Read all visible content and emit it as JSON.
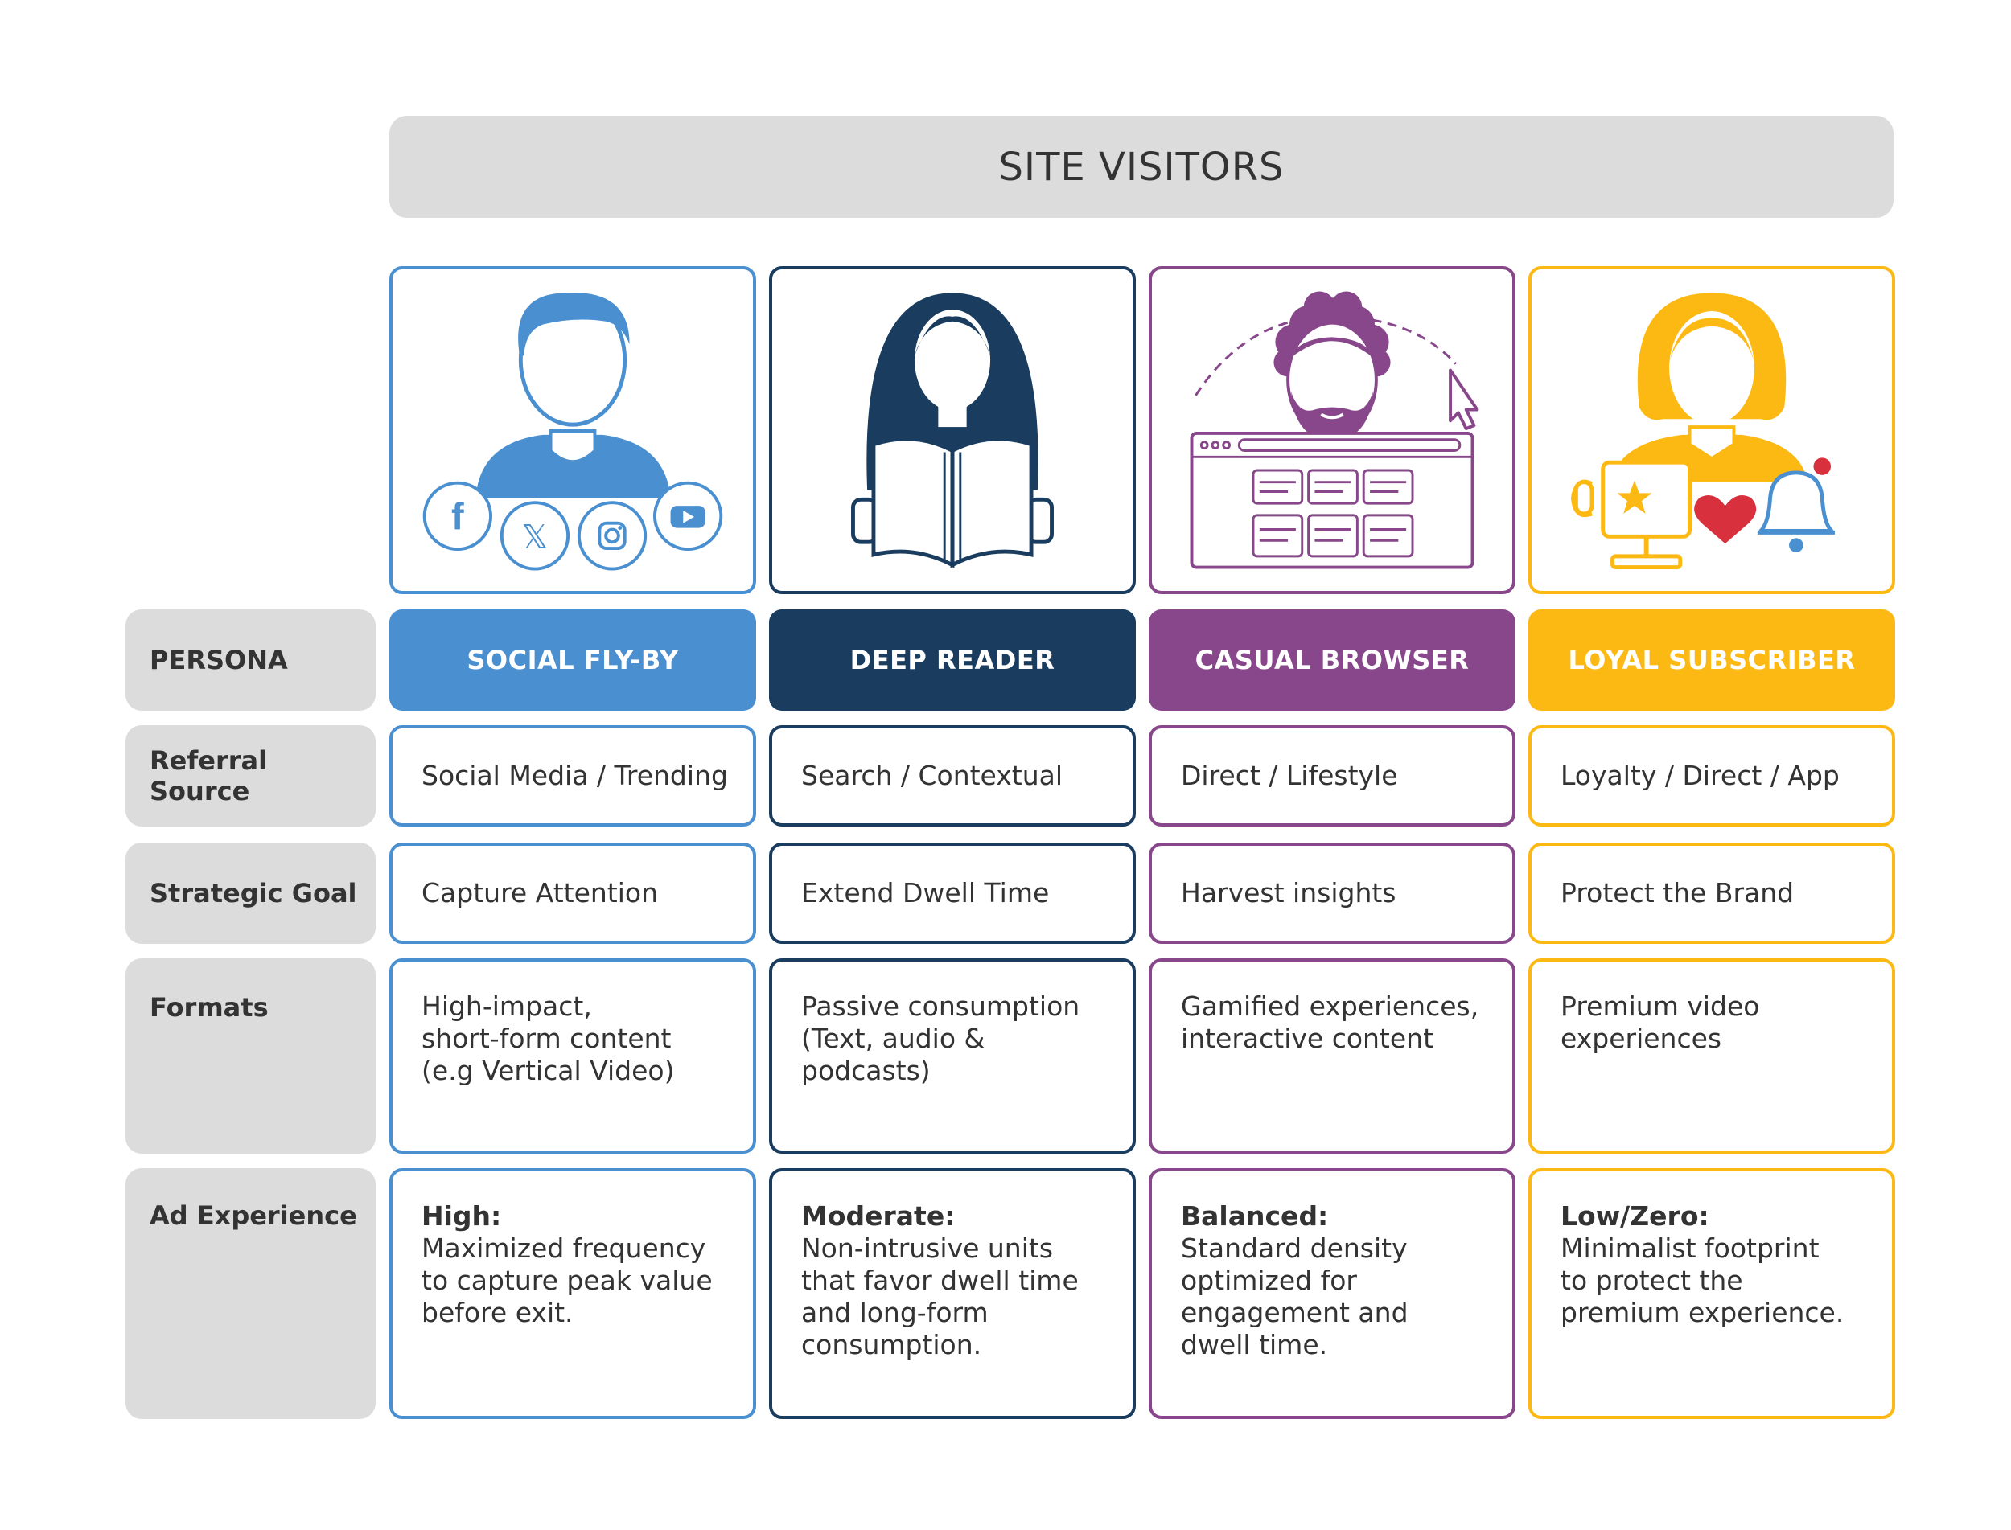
{
  "header": {
    "title": "SITE VISITORS"
  },
  "row_labels": {
    "persona": "PERSONA",
    "referral": "Referral Source",
    "goal": "Strategic Goal",
    "formats": "Formats",
    "ad": "Ad Experience"
  },
  "colors": {
    "social": "#4a90d0",
    "deep": "#1a3d5f",
    "casual": "#87478a",
    "loyal": "#fdb913",
    "label_bg": "#dcdcdc",
    "heart": "#d9303e"
  },
  "columns": [
    {
      "persona": "SOCIAL FLY-BY",
      "referral": "Social Media / Trending",
      "goal": "Capture Attention",
      "formats": "High-impact,\nshort-form content\n(e.g Vertical Video)",
      "ad_lead": "High:",
      "ad_body": "Maximized frequency\nto capture peak value\nbefore exit.",
      "icons": [
        "facebook-icon",
        "x-icon",
        "instagram-icon",
        "youtube-icon"
      ]
    },
    {
      "persona": "DEEP READER",
      "referral": "Search / Contextual",
      "goal": "Extend Dwell Time",
      "formats": "Passive consumption\n(Text, audio & podcasts)",
      "ad_lead": "Moderate:",
      "ad_body": "Non-intrusive units\nthat favor dwell time\nand long-form\nconsumption.",
      "icons": [
        "open-book-icon"
      ]
    },
    {
      "persona": "CASUAL BROWSER",
      "referral": "Direct / Lifestyle",
      "goal": "Harvest insights",
      "formats": "Gamified experiences,\ninteractive content",
      "ad_lead": "Balanced:",
      "ad_body": "Standard density\noptimized for\nengagement and\ndwell time.",
      "icons": [
        "browser-window-icon",
        "cursor-icon"
      ]
    },
    {
      "persona": "LOYAL SUBSCRIBER",
      "referral": "Loyalty / Direct / App",
      "goal": "Protect the Brand",
      "formats": "Premium video\nexperiences",
      "ad_lead": "Low/Zero:",
      "ad_body": "Minimalist footprint\nto protect the\npremium experience.",
      "icons": [
        "monitor-star-icon",
        "heart-icon",
        "bell-icon"
      ]
    }
  ]
}
